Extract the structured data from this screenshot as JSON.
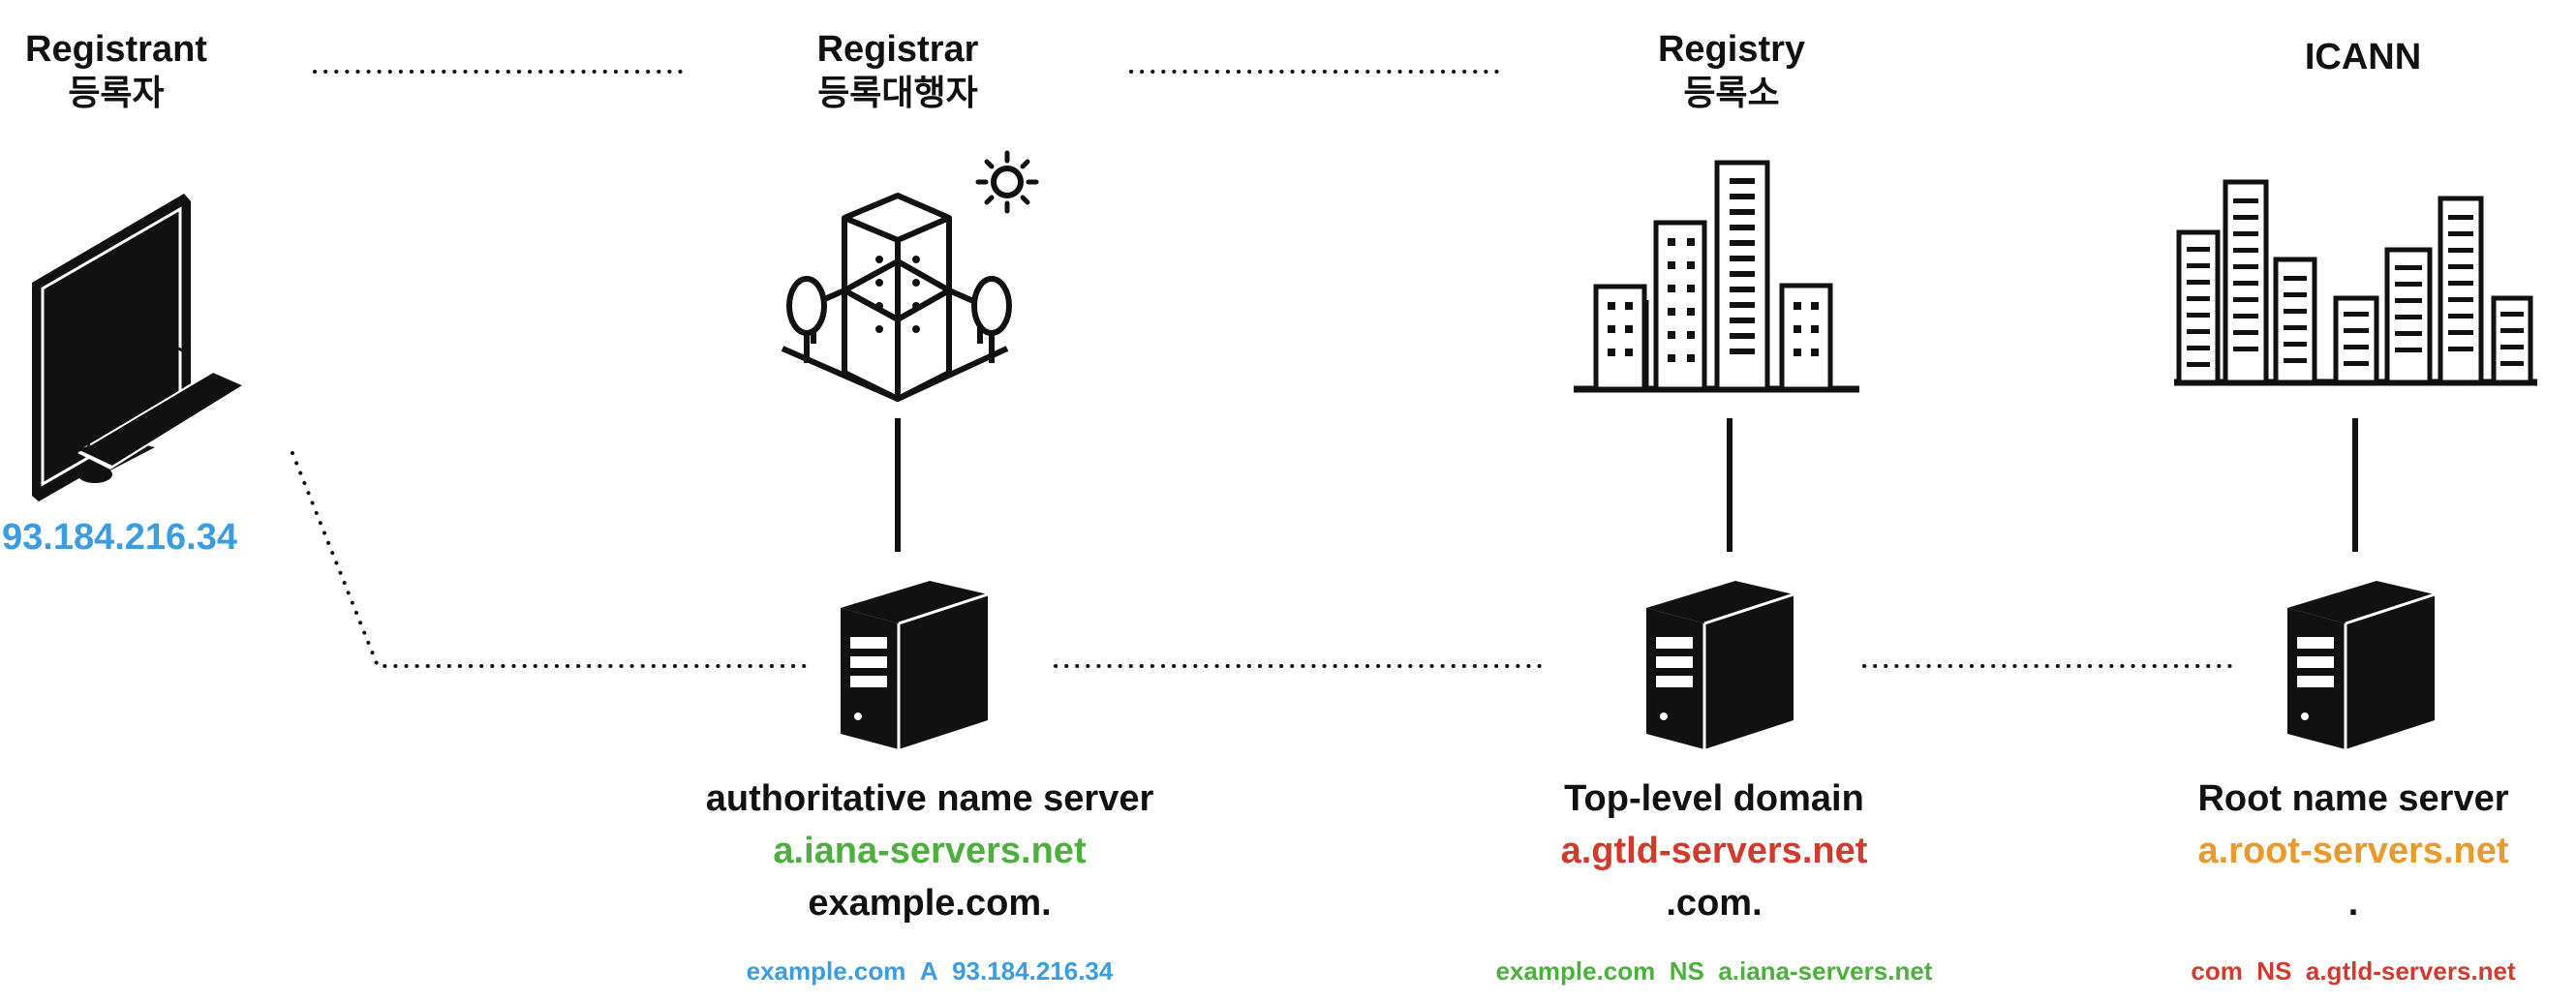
{
  "colors": {
    "blue": "#3b9de0",
    "green": "#4caf3e",
    "red": "#d23a2e",
    "orange": "#e89a2c",
    "black": "#111111"
  },
  "columns": {
    "registrant": {
      "title": "Registrant",
      "subtitle": "등록자",
      "icon": "desktop-computer-icon",
      "ip": "93.184.216.34"
    },
    "registrar": {
      "title": "Registrar",
      "subtitle": "등록대행자",
      "icon": "office-building-icon"
    },
    "registry": {
      "title": "Registry",
      "subtitle": "등록소",
      "icon": "city-buildings-icon"
    },
    "icann": {
      "title": "ICANN",
      "icon": "skyline-icon"
    }
  },
  "servers": {
    "authoritative": {
      "role": "authoritative name server",
      "host": "a.iana-servers.net",
      "zone": "example.com.",
      "record": {
        "name": "example.com",
        "type": "A",
        "value": "93.184.216.34"
      }
    },
    "tld": {
      "role": "Top-level domain",
      "host": "a.gtld-servers.net",
      "zone": ".com.",
      "record": {
        "name": "example.com",
        "type": "NS",
        "value": "a.iana-servers.net"
      }
    },
    "root": {
      "role": "Root name server",
      "host": "a.root-servers.net",
      "zone": ".",
      "record": {
        "name": "com",
        "type": "NS",
        "value": "a.gtld-servers.net"
      }
    }
  }
}
